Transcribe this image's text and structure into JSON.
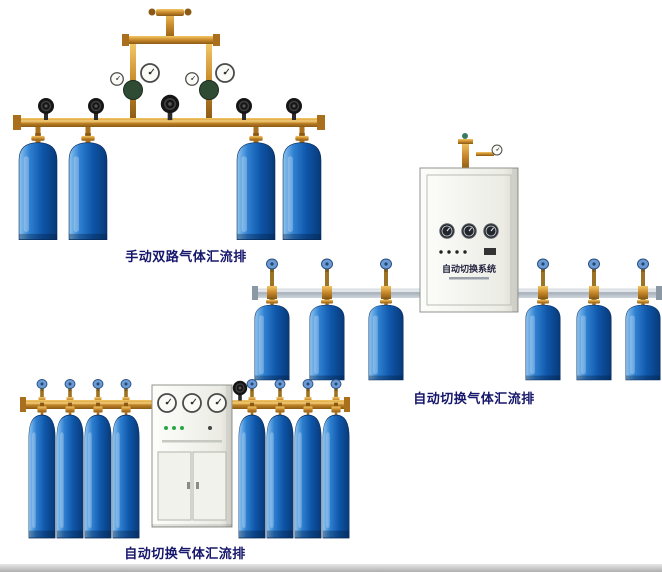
{
  "page": {
    "background": "#ffffff"
  },
  "products": {
    "manual_dual": {
      "label": "手动双路气体汇流排"
    },
    "auto_right": {
      "label": "自动切换气体汇流排",
      "cabinet_title": "自动切换系统"
    },
    "auto_bottom": {
      "label": "自动切换气体汇流排"
    }
  },
  "colors": {
    "label_text": "#16166b",
    "brass_pipe": "#c8882a",
    "silver_pipe": "#a8b2bc",
    "cylinder_blue": "#0e56a9",
    "cabinet_body": "#ecece5"
  }
}
